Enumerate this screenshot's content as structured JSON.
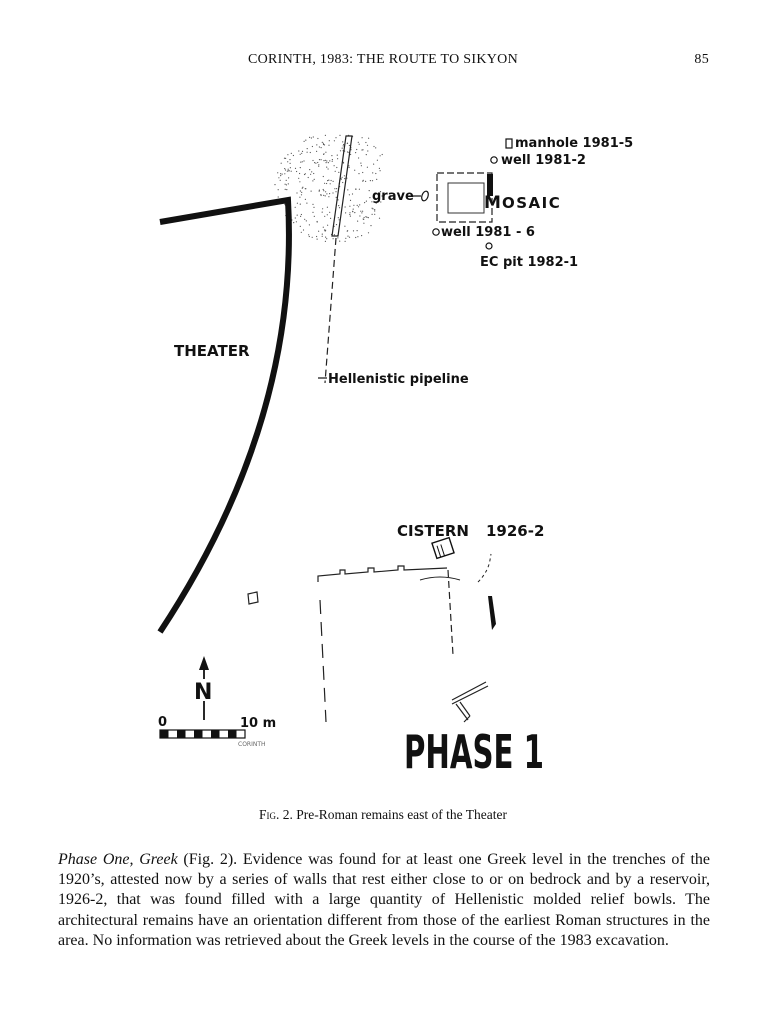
{
  "header": {
    "running_title": "CORINTH, 1983: THE ROUTE TO SIKYON",
    "page_number": "85"
  },
  "figure": {
    "labels": {
      "theater": "THEATER",
      "mosaic_m": "M",
      "mosaic_rest": "OSAIC",
      "manhole": "manhole 1981-5",
      "well_1981_2": "well 1981-2",
      "grave": "grave",
      "well_1981_6": "well 1981 - 6",
      "ec_pit": "EC pit 1982-1",
      "pipeline": "Hellenistic pipeline",
      "cistern": "CISTERN",
      "cistern_number": "1926-2",
      "phase": "PHASE 1",
      "north": "N",
      "scale_start": "0",
      "scale_end": "10 m"
    }
  },
  "caption": {
    "fig_label": "Fig. 2.",
    "text": "Pre-Roman remains east of the Theater"
  },
  "body": {
    "lead_italic": "Phase One, Greek",
    "text": " (Fig. 2). Evidence was found for at least one Greek level in the trenches of the 1920’s, attested now by a series of walls that rest either close to or on bedrock and by a reservoir, 1926-2, that was found filled with a large quantity of Hellenistic molded relief bowls. The architectural remains have an orientation different from those of the earliest Roman structures in the area. No information was retrieved about the Greek levels in the course of the 1983 excavation."
  }
}
